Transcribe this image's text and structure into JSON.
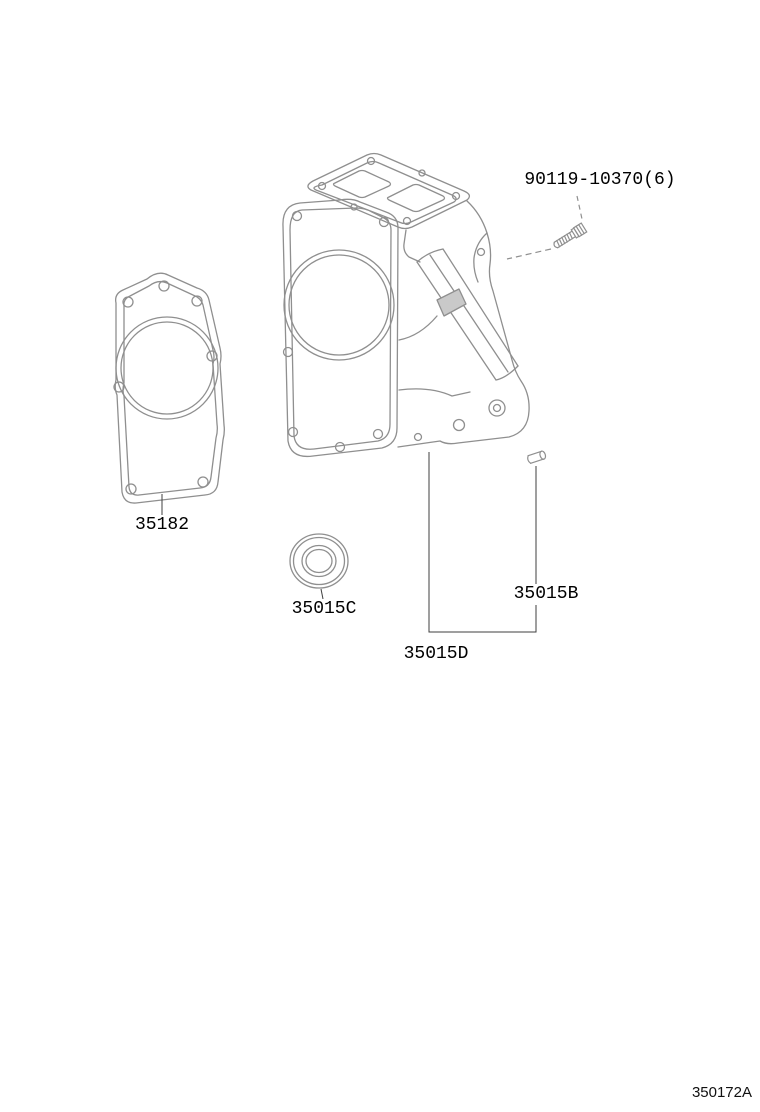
{
  "diagram": {
    "parts": [
      {
        "id": "bolt",
        "label": "90119-10370(6)"
      },
      {
        "id": "gasket",
        "label": "35182"
      },
      {
        "id": "seal",
        "label": "35015C"
      },
      {
        "id": "plug",
        "label": "35015B"
      },
      {
        "id": "housing",
        "label": "35015D"
      }
    ],
    "figure_code": "350172A",
    "colors": {
      "line": "#8f8f8f",
      "leader": "#3f3f3f",
      "text": "#000000",
      "background": "#ffffff"
    }
  }
}
